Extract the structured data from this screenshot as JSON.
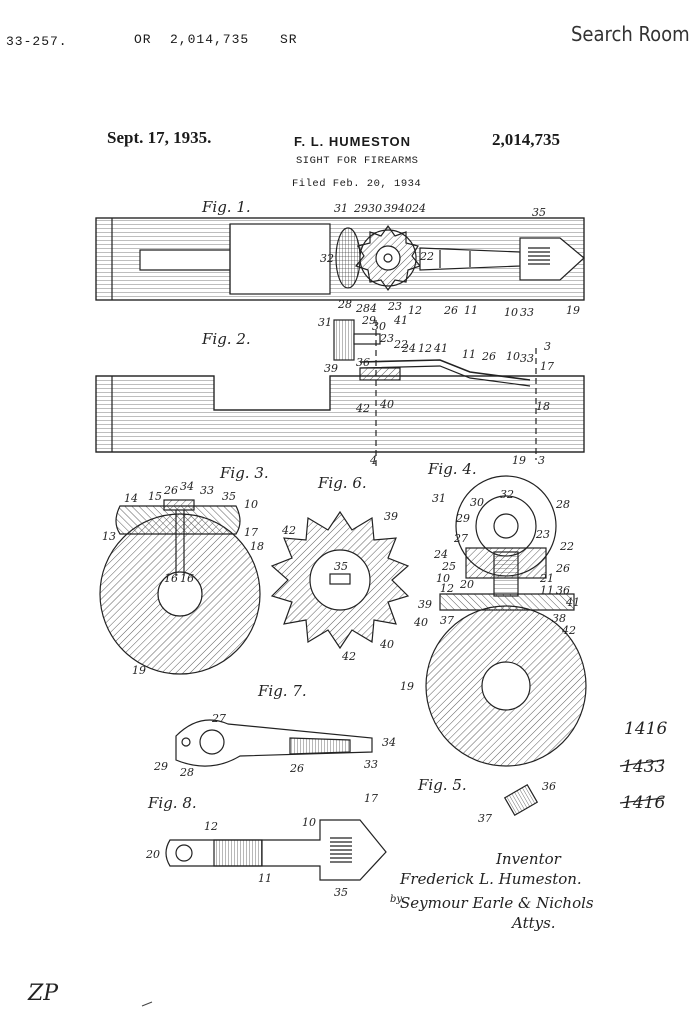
{
  "header": {
    "typed_code": "33-257.",
    "typed_or": "OR",
    "typed_patent_number": "2,014,735",
    "typed_sr": "SR",
    "stamp": "Search Room",
    "date": "Sept. 17, 1935.",
    "inventor_name": "F. L. HUMESTON",
    "patent_number": "2,014,735",
    "title": "SIGHT FOR FIREARMS",
    "filed": "Filed Feb. 20, 1934"
  },
  "figures": {
    "fig1": "Fig. 1.",
    "fig2": "Fig. 2.",
    "fig3": "Fig. 3.",
    "fig4": "Fig. 4.",
    "fig5": "Fig. 5.",
    "fig6": "Fig. 6.",
    "fig7": "Fig. 7.",
    "fig8": "Fig. 8."
  },
  "numerals": {
    "n10": "10",
    "n11": "11",
    "n12": "12",
    "n13": "13",
    "n14": "14",
    "n15": "15",
    "n16": "16",
    "n17": "17",
    "n18": "18",
    "n19": "19",
    "n20": "20",
    "n21": "21",
    "n22": "22",
    "n23": "23",
    "n24": "24",
    "n25": "25",
    "n26": "26",
    "n27": "27",
    "n28": "28",
    "n29": "29",
    "n30": "30",
    "n31": "31",
    "n32": "32",
    "n33": "33",
    "n34": "34",
    "n35": "35",
    "n36": "36",
    "n37": "37",
    "n38": "38",
    "n39": "39",
    "n40": "40",
    "n41": "41",
    "n42": "42",
    "n3": "3",
    "n4": "4"
  },
  "signature": {
    "inventor_label": "Inventor",
    "inventor_name": "Frederick L. Humeston.",
    "attorney_by": "by",
    "attorney_name": "Seymour Earle & Nichols",
    "attorney_label": "Attys."
  },
  "margin_notes": {
    "note_1": "1416",
    "note_2": "1433",
    "note_3": "1416",
    "corner": "ZP"
  }
}
